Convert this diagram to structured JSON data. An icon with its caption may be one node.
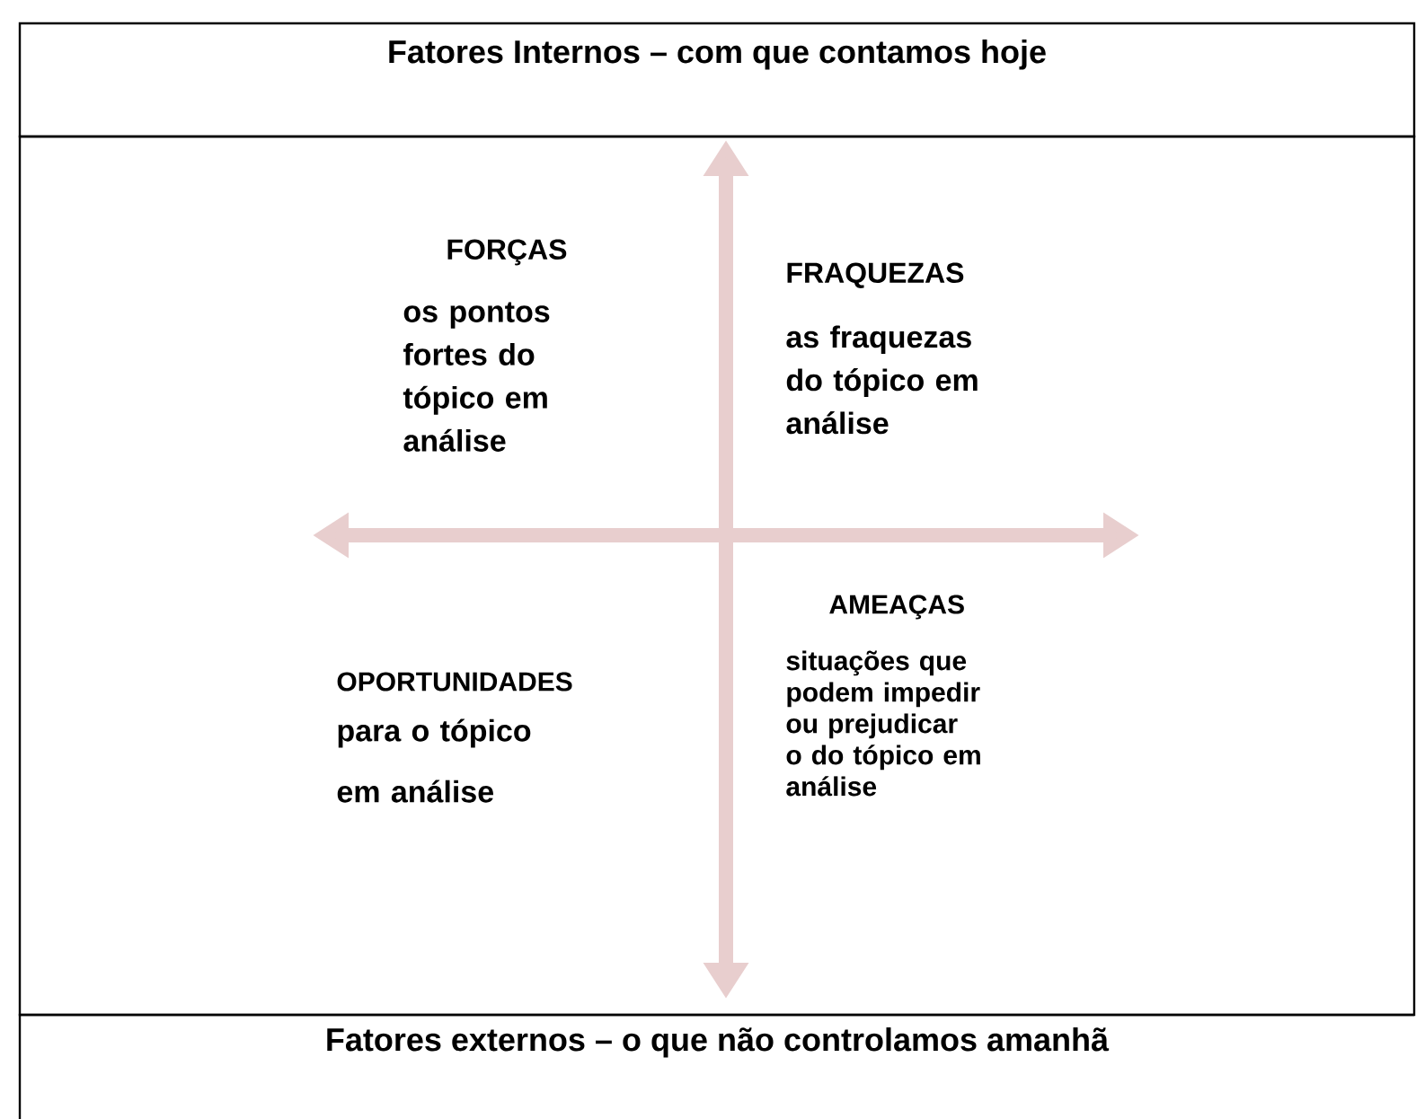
{
  "diagram": {
    "nodes": [
      {
        "text": [
          "Fatores Internos – com que contamos hoje"
        ]
      },
      {
        "text": [],
        "shape": "box"
      },
      {
        "text": [
          "Fatores externos – o que não controlamos amanhã"
        ]
      }
    ],
    "labels": [
      "FORÇAS",
      "os pontos fortes do tópico em análise",
      "FRAQUEZAS",
      "as fraquezas do tópico em análise",
      "OPORTUNIDADES",
      "para o tópico em análise",
      "AMEAÇAS",
      "situações que podem impedir ou prejudicar o do tópico em análise"
    ]
  }
}
